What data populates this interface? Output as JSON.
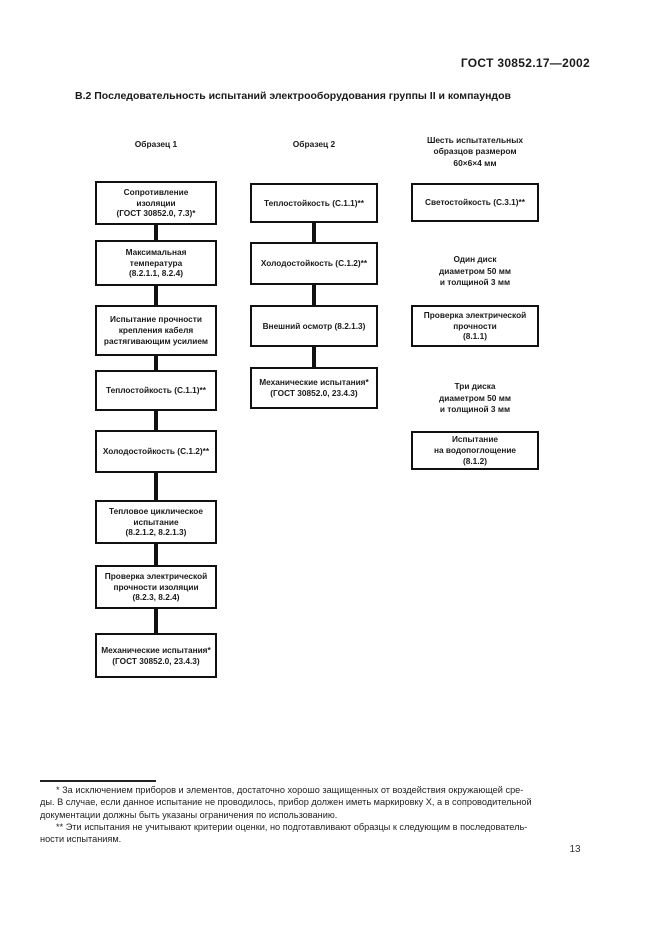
{
  "page": {
    "doc_number": "ГОСТ 30852.17—2002",
    "section_title": "В.2  Последовательность испытаний электрооборудования группы II и компаундов",
    "page_number": "13",
    "text_color": "#1a1a1a",
    "background": "#ffffff"
  },
  "flowchart": {
    "columns": [
      {
        "header": "Образец 1",
        "items": [
          {
            "type": "box",
            "text": "Сопротивление\nизоляции\n(ГОСТ 30852.0, 7.3)*"
          },
          {
            "type": "box",
            "text": "Максимальная\nтемпература\n(8.2.1.1, 8.2.4)"
          },
          {
            "type": "box",
            "text": "Испытание прочности\nкрепления кабеля\nрастягивающим усилием"
          },
          {
            "type": "box",
            "text": "Теплостойкость (С.1.1)**"
          },
          {
            "type": "box",
            "text": "Холодостойкость (С.1.2)**"
          },
          {
            "type": "box",
            "text": "Тепловое циклическое\nиспытание\n(8.2.1.2, 8.2.1.3)"
          },
          {
            "type": "box",
            "text": "Проверка электрической\nпрочности изоляции\n(8.2.3, 8.2.4)"
          },
          {
            "type": "box",
            "text": "Механические испытания*\n(ГОСТ 30852.0, 23.4.3)"
          }
        ]
      },
      {
        "header": "Образец 2",
        "items": [
          {
            "type": "box",
            "text": "Теплостойкость (С.1.1)**"
          },
          {
            "type": "box",
            "text": "Холодостойкость (С.1.2)**"
          },
          {
            "type": "box",
            "text": "Внешний осмотр (8.2.1.3)"
          },
          {
            "type": "box",
            "text": "Механические испытания*\n(ГОСТ 30852.0, 23.4.3)"
          }
        ]
      },
      {
        "header": "Шесть испытательных\nобразцов размером\n60×6×4 мм",
        "items": [
          {
            "type": "box",
            "text": "Светостойкость (С.3.1)**"
          },
          {
            "type": "label",
            "text": "Один диск\nдиаметром 50 мм\nи толщиной 3 мм"
          },
          {
            "type": "box",
            "text": "Проверка электрической\nпрочности\n(8.1.1)"
          },
          {
            "type": "label",
            "text": "Три диска\nдиаметром 50 мм\nи толщиной 3 мм"
          },
          {
            "type": "box",
            "text": "Испытание\nна водопоглощение\n(8.1.2)"
          }
        ]
      }
    ]
  },
  "footnotes": {
    "fn1": "* За исключением приборов и элементов, достаточно хорошо защищенных от воздействия окружающей сре-\nды. В случае, если данное испытание не проводилось, прибор должен иметь маркировку X, а в сопроводительной\nдокументации должны быть указаны ограничения по использованию.",
    "fn2": "** Эти испытания не учитывают критерии оценки, но подготавливают образцы к следующим в последователь-\nности испытаниям."
  }
}
